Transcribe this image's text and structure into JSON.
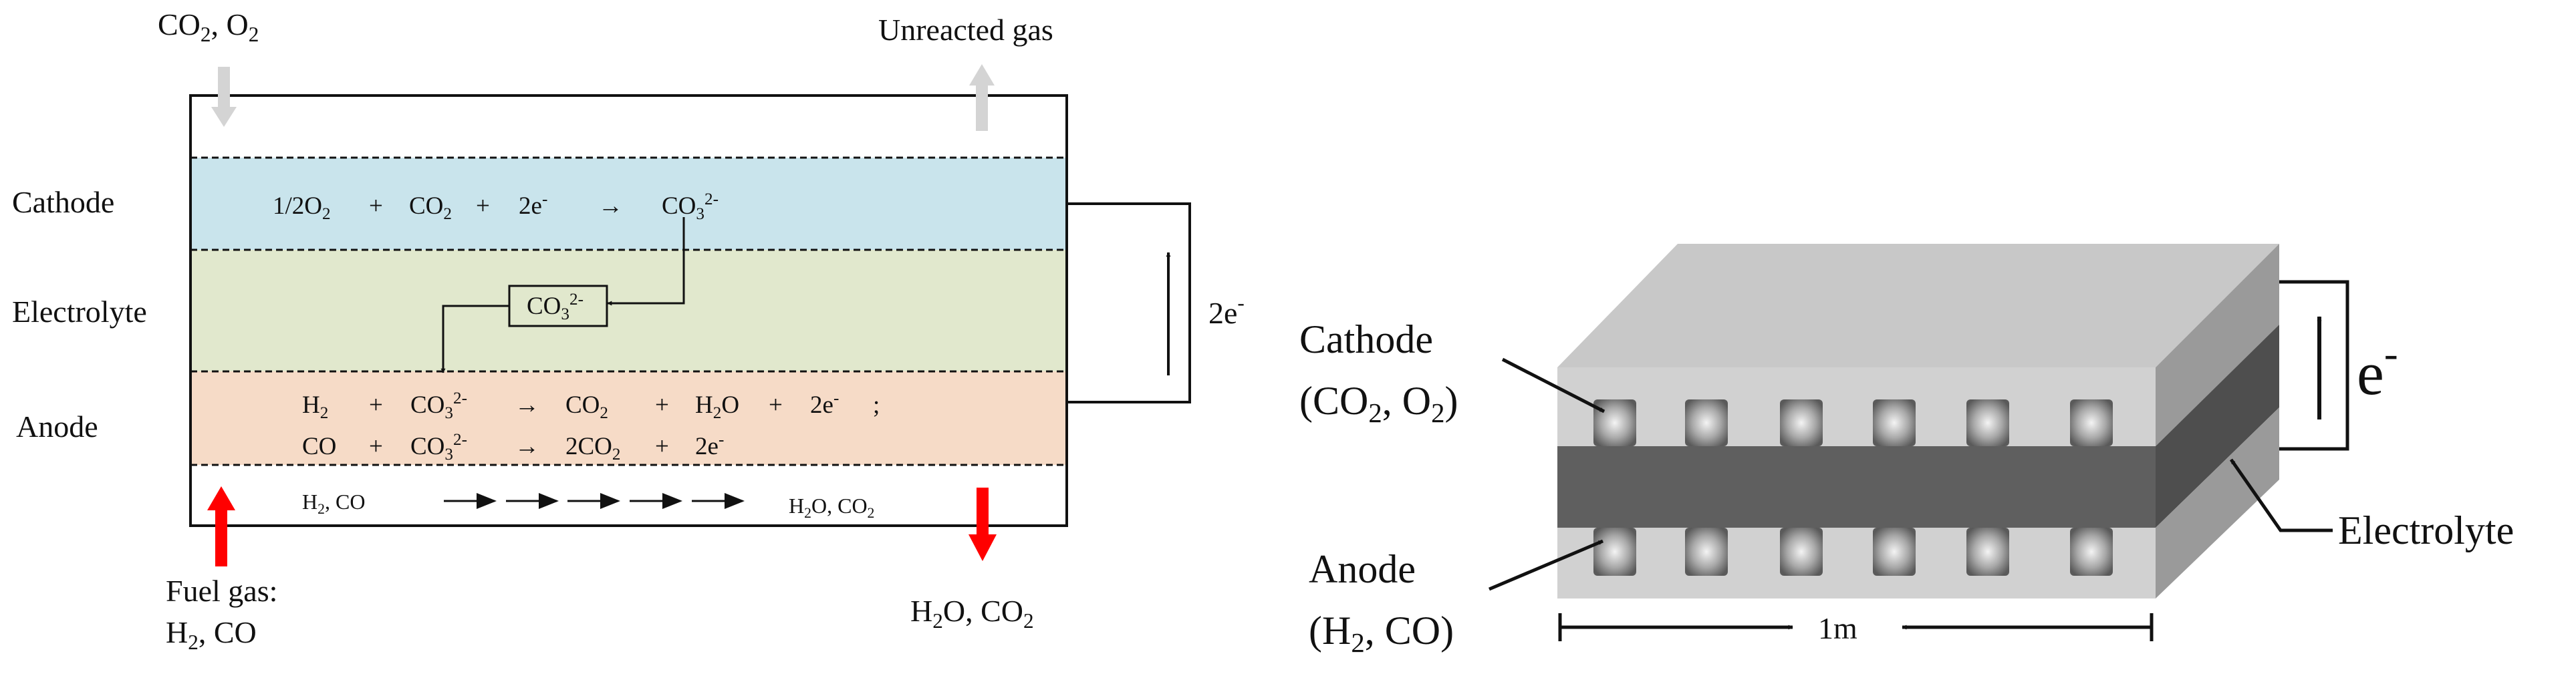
{
  "colors": {
    "cathode": "#c9e4ec",
    "electrolyte": "#e1e8cd",
    "anode": "#f6dbc7",
    "fuel_arrow": "#ff0000",
    "gas_arrow": "#d4d4d4",
    "cell_top": "#c8c8c8",
    "cell_front": "#d1d1d1",
    "cell_side": "#9a9a9a",
    "electrolyte_layer": "#5f5f5f"
  },
  "left": {
    "inlet": {
      "main": "CO",
      "sub": "2",
      "rest": ", O",
      "sub2": "2"
    },
    "unreacted": "Unreacted gas",
    "cathode_label": "Cathode",
    "electrolyte_label": "Electrolyte",
    "anode_label": "Anode",
    "cathode_eq": {
      "c1": "1/2O",
      "s1": "2",
      "p1": "+",
      "c2": "CO",
      "s2": "2",
      "p2": "+",
      "c3": "2e",
      "u3": "-",
      "arrow": "→",
      "c4": "CO",
      "s4": "3",
      "u4": "2-"
    },
    "carbonate_box": {
      "main": "CO",
      "sub": "3",
      "sup": "2-"
    },
    "anode_eq1": {
      "c1": "H",
      "s1": "2",
      "p1": "+",
      "c2": "CO",
      "s2": "3",
      "u2": "2-",
      "arrow": "→",
      "c3": "CO",
      "s3": "2",
      "p2": "+",
      "c4": "H",
      "s4": "2",
      "c4b": "O",
      "p3": "+",
      "c5": "2e",
      "u5": "-",
      "end": ";"
    },
    "anode_eq2": {
      "c1": "CO",
      "p1": "+",
      "c2": "CO",
      "s2": "3",
      "u2": "2-",
      "arrow": "→",
      "c3": "2CO",
      "s3": "2",
      "p2": "+",
      "c4": "2e",
      "u4": "-"
    },
    "fuel_channel": {
      "a": "H",
      "as": "2",
      "ar": ", CO",
      "b": "H",
      "bs": "2",
      "br": "O, CO",
      "bs2": "2"
    },
    "electron": {
      "main": "2e",
      "sup": "-"
    },
    "fuel_gas": {
      "line1": "Fuel gas:",
      "l2a": "H",
      "l2s": "2",
      "l2r": ", CO"
    },
    "outlet": {
      "main": "H",
      "sub": "2",
      "rest": "O, CO",
      "sub2": "2"
    }
  },
  "right": {
    "cathode": {
      "line1": "Cathode",
      "l2a": "(CO",
      "l2s": "2",
      "l2b": ", O",
      "l2s2": "2",
      "l2c": ")"
    },
    "anode": {
      "line1": "Anode",
      "l2a": "(H",
      "l2s": "2",
      "l2b": ", CO)"
    },
    "electrolyte_label": "Electrolyte",
    "electron": {
      "main": "e",
      "sup": "-"
    },
    "dimension": "1m"
  }
}
